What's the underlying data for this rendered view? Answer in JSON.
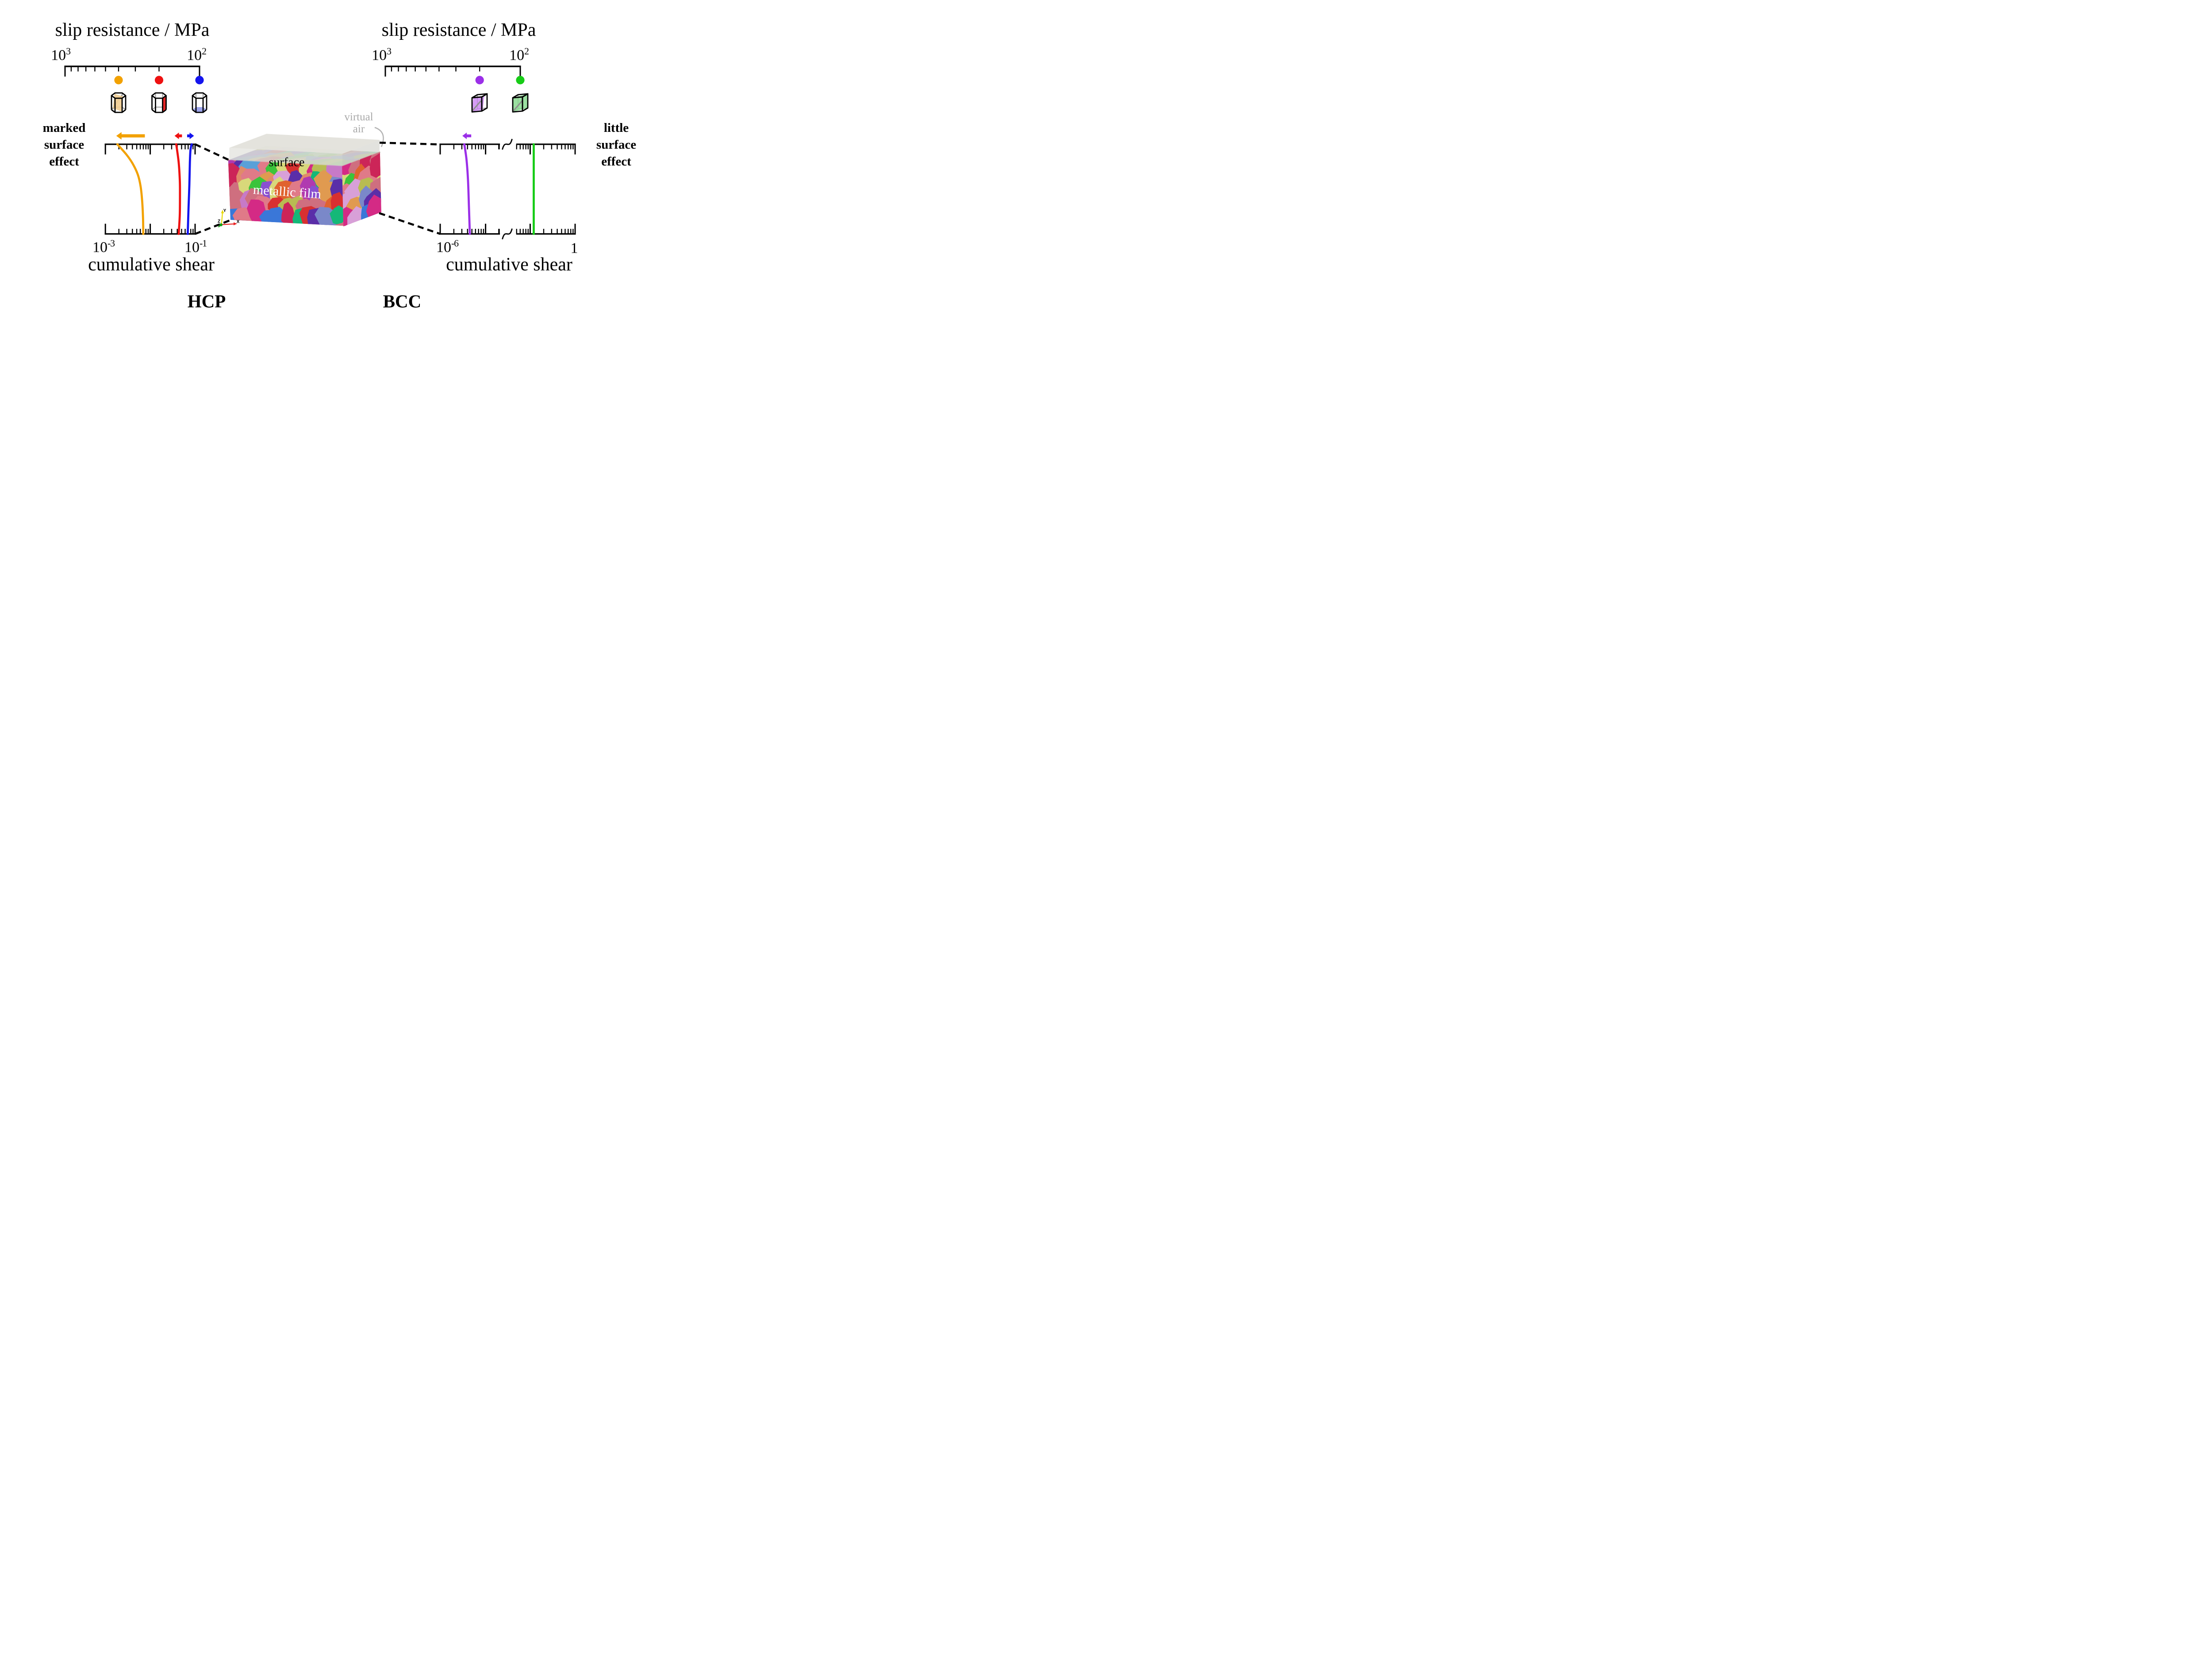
{
  "colors": {
    "orange": "#F2A100",
    "red": "#EE1111",
    "blue": "#1414EE",
    "purple": "#9B2FE8",
    "green": "#17CC17",
    "gray_text": "#a9a9a9",
    "air_top": "#e3e2dc",
    "air_front": "#d9d8d2",
    "air_right": "#cfcec8",
    "hcp_pyramidal_fill": "#F2CE92",
    "hcp_prismatic_fill": "#E62626",
    "hcp_basal_fill": "#98A0EA",
    "bcc_purple_fill": "#CB84F2",
    "bcc_green_fill": "#8ADB90",
    "grain_front": [
      "#cf6f7f",
      "#d42a85",
      "#cc2558",
      "#e0622e",
      "#e08a6a",
      "#c77ac7",
      "#8a4fd0",
      "#5a2ea8",
      "#3bc43b",
      "#7dd957",
      "#b8bc52",
      "#d8d87a",
      "#3a77d8",
      "#5aa0d8",
      "#14b878",
      "#d83030",
      "#d8a0d8",
      "#7a88c9",
      "#e07a88",
      "#b03ab0",
      "#e09a50"
    ],
    "grain_top": [
      "#d8bcc6",
      "#ccd4a4",
      "#b4c4d6",
      "#d6c8a6",
      "#c6aada",
      "#a8d6be",
      "#d6a8a8",
      "#b6d6a6",
      "#d6d0b6",
      "#bcb4d8",
      "#c9d9c0",
      "#dab6d0"
    ]
  },
  "left_panel": {
    "scale_title": "slip resistance / MPa",
    "scale_left_base": "10",
    "scale_left_exp": "3",
    "scale_right_base": "10",
    "scale_right_exp": "2",
    "effect_lines": [
      "marked",
      "surface",
      "effect"
    ],
    "xmin_base": "10",
    "xmin_exp": "-3",
    "xmax_base": "10",
    "xmax_exp": "-1",
    "xaxis_title": "cumulative shear",
    "crystal_label": "HCP"
  },
  "right_panel": {
    "scale_title": "slip resistance / MPa",
    "scale_left_base": "10",
    "scale_left_exp": "3",
    "scale_right_base": "10",
    "scale_right_exp": "2",
    "effect_lines": [
      "little",
      "surface",
      "effect"
    ],
    "xmin_base": "10",
    "xmin_exp": "-6",
    "xmax_base": "1",
    "xmax_exp": "",
    "xaxis_title": "cumulative shear",
    "crystal_label": "BCC"
  },
  "cube": {
    "surface_label": "surface",
    "film_label": "metallic film",
    "air_lines": [
      "virtual",
      "air"
    ],
    "axis_x": "X",
    "axis_y": "Y",
    "axis_z": "Z"
  },
  "chart_data": [
    {
      "id": "hcp",
      "type": "line",
      "title": "HCP",
      "xlabel": "cumulative shear",
      "xscale": "log",
      "xlim": [
        0.001,
        0.1
      ],
      "y_meaning": "depth below surface, top of plot = film surface",
      "resistance_scale": {
        "title": "slip resistance / MPa",
        "min": 100,
        "max": 1000,
        "direction": "decreasing to the right",
        "markers": [
          {
            "color_key": "orange",
            "mpa": 400
          },
          {
            "color_key": "red",
            "mpa": 200
          },
          {
            "color_key": "blue",
            "mpa": 100
          }
        ]
      },
      "series": [
        {
          "name": "orange-pyramidal-plane",
          "color_key": "orange",
          "shear": [
            0.00185,
            0.003,
            0.0041,
            0.0053,
            0.0061,
            0.0066,
            0.0069,
            0.007
          ],
          "depth_frac": [
            0,
            0.12,
            0.22,
            0.34,
            0.47,
            0.63,
            0.82,
            1
          ]
        },
        {
          "name": "red-prismatic-plane",
          "color_key": "red",
          "shear": [
            0.038,
            0.043,
            0.0456,
            0.046,
            0.0456,
            0.0437,
            0.0432
          ],
          "depth_frac": [
            0,
            0.2,
            0.4,
            0.55,
            0.78,
            0.95,
            1
          ]
        },
        {
          "name": "blue-basal-plane",
          "color_key": "blue",
          "shear": [
            0.084,
            0.079,
            0.0765,
            0.0745,
            0.0715,
            0.0685
          ],
          "depth_frac": [
            0,
            0.06,
            0.2,
            0.45,
            0.7,
            1
          ]
        }
      ],
      "arrows": [
        {
          "color_key": "orange",
          "dir": "left",
          "tip_frac": 0.121,
          "tail_frac": 0.44
        },
        {
          "color_key": "red",
          "dir": "left",
          "tip_frac": 0.771,
          "tail_frac": 0.854
        },
        {
          "color_key": "blue",
          "dir": "right",
          "tip_frac": 0.988,
          "tail_frac": 0.911
        }
      ]
    },
    {
      "id": "bcc",
      "type": "line",
      "title": "BCC",
      "xlabel": "cumulative shear",
      "xscale": "log-broken",
      "xlim": [
        1e-06,
        1
      ],
      "axis_break": {
        "left_segment_max": 2.2e-05,
        "right_segment_min": 0.055
      },
      "y_meaning": "depth below surface, top of plot = film surface",
      "resistance_scale": {
        "title": "slip resistance / MPa",
        "min": 100,
        "max": 1000,
        "direction": "decreasing to the right",
        "markers": [
          {
            "color_key": "purple",
            "mpa": 200
          },
          {
            "color_key": "green",
            "mpa": 100
          }
        ]
      },
      "series": [
        {
          "name": "purple-plane",
          "color_key": "purple",
          "shear": [
            3.4e-06,
            3.8e-06,
            4.1e-06,
            4.3e-06,
            4.5e-06
          ],
          "depth_frac": [
            0,
            0.17,
            0.4,
            0.7,
            1
          ]
        },
        {
          "name": "green-plane",
          "color_key": "green",
          "shear": [
            0.12,
            0.12
          ],
          "depth_frac": [
            0,
            1
          ]
        }
      ],
      "arrows": [
        {
          "color_key": "purple",
          "dir": "left",
          "tip_frac": 0.164,
          "tail_frac": 0.23
        }
      ]
    }
  ]
}
